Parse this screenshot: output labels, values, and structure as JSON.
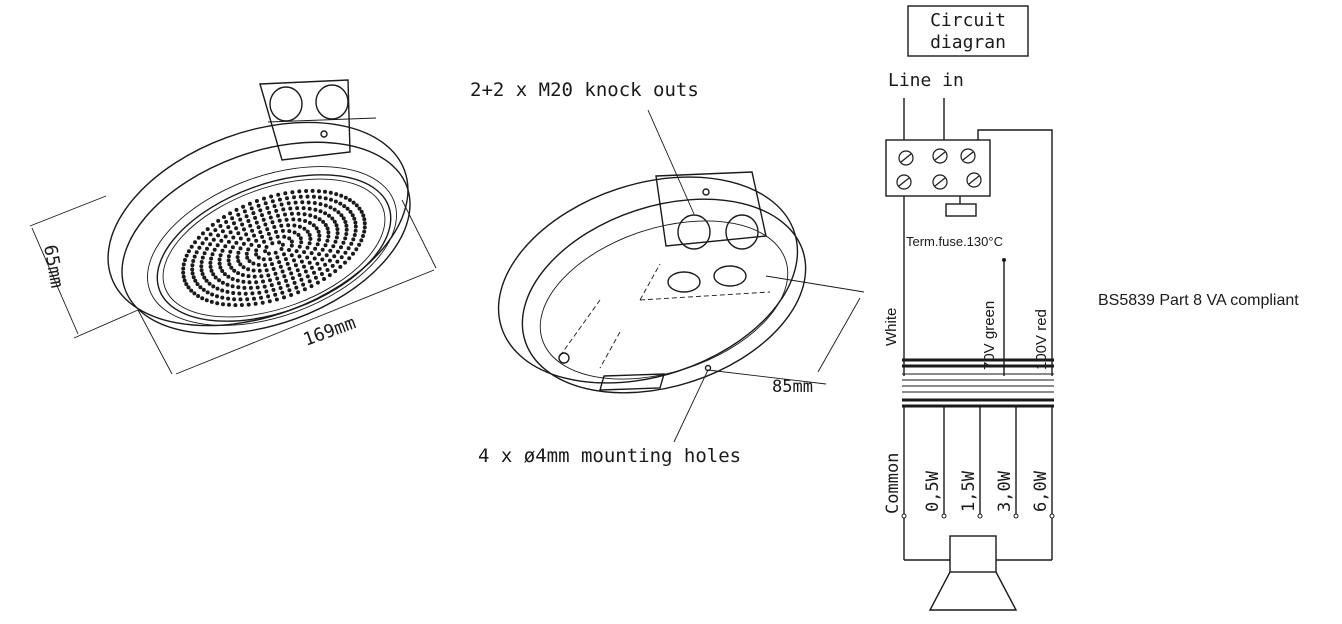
{
  "drawing": {
    "dim_height": "65mm",
    "dim_width": "169mm",
    "knockouts_label": "2+2 x M20 knock outs",
    "mounting_holes_label": "4 x ø4mm mounting holes",
    "dim_spacing": "85mm"
  },
  "circuit": {
    "title_line1": "Circuit",
    "title_line2": "diagran",
    "line_in": "Line in",
    "fuse": "Term.fuse.130°C",
    "white": "White",
    "v70": "70V green",
    "v100": "100V red",
    "common": "Common",
    "taps": [
      "0,5W",
      "1,5W",
      "3,0W",
      "6,0W"
    ]
  },
  "compliance": "BS5839 Part 8 VA compliant"
}
